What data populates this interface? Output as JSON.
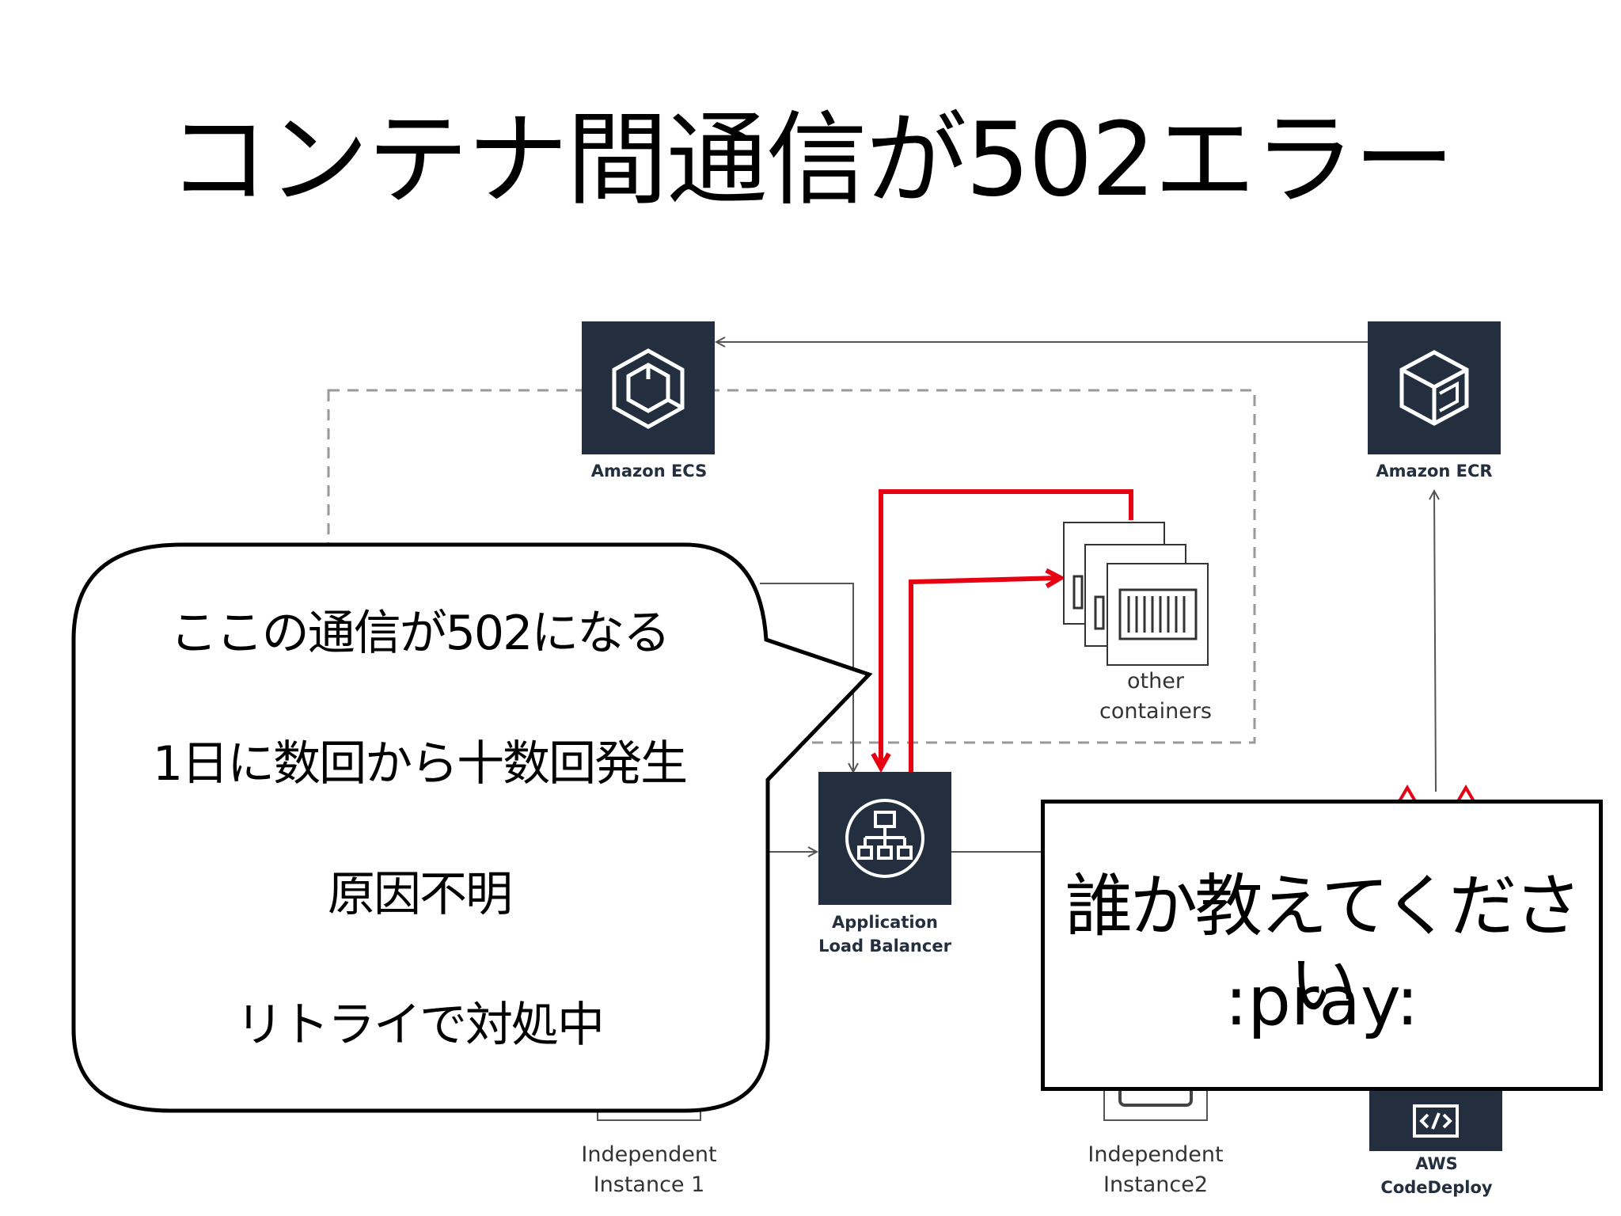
{
  "slide": {
    "title": "コンテナ間通信が502エラー"
  },
  "diagram": {
    "nodes": {
      "ecs": {
        "label": "Amazon ECS",
        "icon": "ecs-icon"
      },
      "ecr": {
        "label": "Amazon ECR",
        "icon": "ecr-icon"
      },
      "alb": {
        "label": "Application\nLoad Balancer",
        "icon": "load-balancer-icon"
      },
      "containers": {
        "label": "other\ncontainers",
        "icon": "container-icon"
      },
      "instance1": {
        "label": "Independent\nInstance 1"
      },
      "instance2": {
        "label": "Independent\nInstance2"
      },
      "codedeploy": {
        "label": "AWS\nCodeDeploy",
        "icon": "code-icon"
      }
    },
    "colors": {
      "service_bg": "#232f3e",
      "highlight_arrow": "#e60012",
      "connector": "#555555",
      "dashed_border": "#999999"
    }
  },
  "callout": {
    "lines": [
      "ここの通信が502になる",
      "1日に数回から十数回発生",
      "原因不明",
      "リトライで対処中"
    ]
  },
  "ask_box": {
    "line1": "誰か教えてください",
    "line2": ":pray:"
  }
}
